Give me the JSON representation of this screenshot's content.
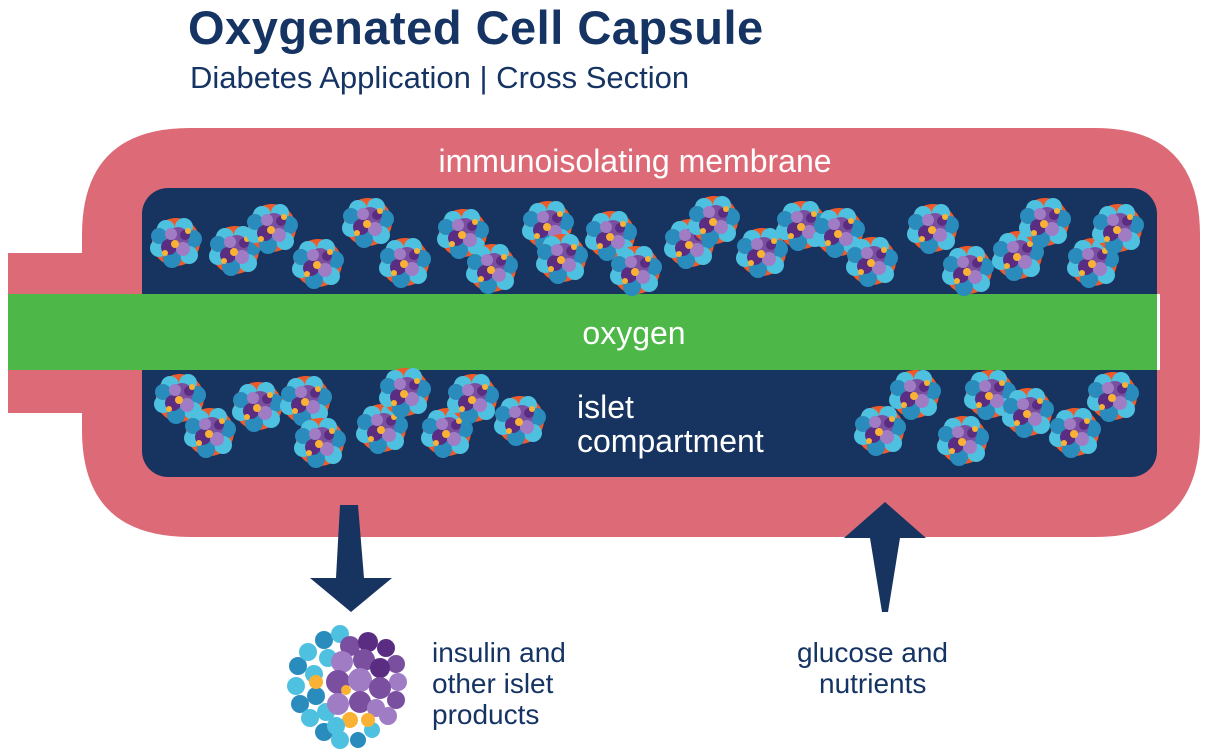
{
  "title": "Oxygenated Cell Capsule",
  "subtitle": "Diabetes Application | Cross Section",
  "labels": {
    "membrane": "immunoisolating membrane",
    "oxygen": "oxygen",
    "compartment_line1": "islet",
    "compartment_line2": "compartment",
    "output_line1": "insulin and",
    "output_line2": "other islet",
    "output_line3": "products",
    "input_line1": "glucose and",
    "input_line2": "nutrients"
  },
  "colors": {
    "membrane": "#dd6b77",
    "compartment": "#17335f",
    "oxygen": "#4db848",
    "text_navy": "#163463",
    "islet_outline": "#f05a28",
    "islet_purple": "#7b4fa0",
    "islet_dark_purple": "#5a2d82",
    "islet_light_purple": "#a07cc5",
    "islet_cyan": "#4fc1e0",
    "islet_blue": "#2a8bbd",
    "islet_orange": "#f9b233"
  },
  "icons": [
    "islet-cell-cluster-icon",
    "down-arrow-icon",
    "up-arrow-icon"
  ]
}
